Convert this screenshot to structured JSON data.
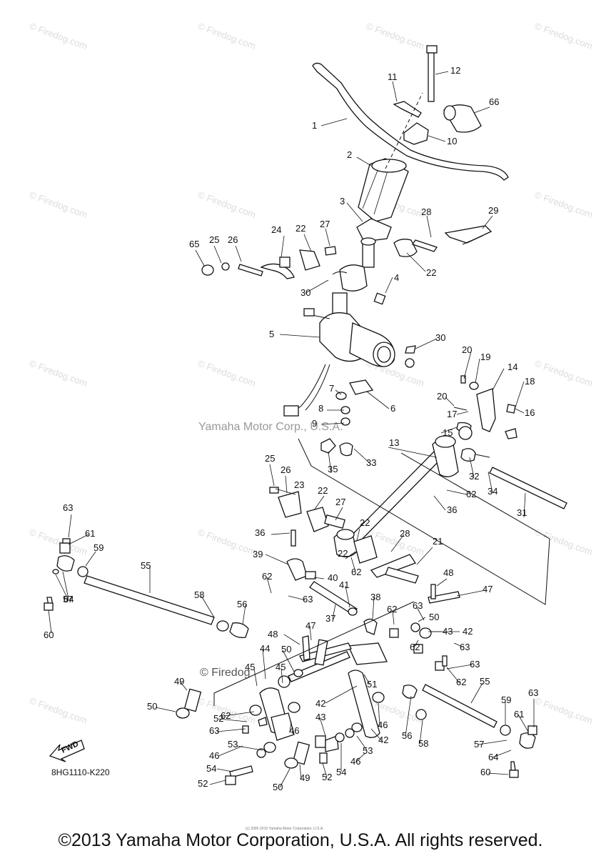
{
  "watermark": "© Firedog.com",
  "center_watermark": "Yamaha Motor Corp., U.S.A.",
  "diagram_watermark": "© Firedog",
  "diagram_code": "8HG1110-K220",
  "fwd_label": "FWD",
  "copyright": "©2013 Yamaha Motor Corporation, U.S.A. All rights reserved.",
  "tiny_credit": "(c) 2005-2015 Yamaha Motor Corporation, U.S.A.",
  "callouts": [
    "1",
    "2",
    "3",
    "4",
    "5",
    "6",
    "7",
    "8",
    "9",
    "10",
    "11",
    "12",
    "13",
    "14",
    "15",
    "16",
    "17",
    "18",
    "19",
    "20",
    "20",
    "21",
    "22",
    "22",
    "22",
    "22",
    "22",
    "23",
    "24",
    "25",
    "25",
    "26",
    "26",
    "27",
    "27",
    "28",
    "28",
    "29",
    "30",
    "30",
    "31",
    "32",
    "33",
    "34",
    "35",
    "36",
    "36",
    "37",
    "38",
    "39",
    "40",
    "41",
    "42",
    "42",
    "42",
    "43",
    "43",
    "44",
    "45",
    "45",
    "46",
    "46",
    "46",
    "46",
    "47",
    "47",
    "48",
    "48",
    "49",
    "49",
    "50",
    "50",
    "50",
    "50",
    "51",
    "52",
    "52",
    "52",
    "53",
    "53",
    "54",
    "54",
    "55",
    "55",
    "56",
    "56",
    "57",
    "57",
    "58",
    "58",
    "59",
    "59",
    "60",
    "60",
    "61",
    "61",
    "62",
    "62",
    "62",
    "62",
    "62",
    "62",
    "62",
    "63",
    "63",
    "63",
    "63",
    "63",
    "63",
    "63",
    "64",
    "64",
    "65",
    "66"
  ]
}
